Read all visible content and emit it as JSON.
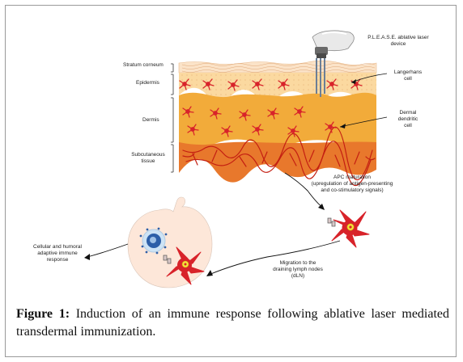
{
  "labels": {
    "stratum": "Stratum corneum",
    "epidermis": "Epidermis",
    "dermis": "Dermis",
    "subcutaneous": "Subcutaneous\ntissue",
    "device": "P.L.E.A.S.E. ablative laser\ndevice",
    "langerhans": "Langerhans\ncell",
    "dermal_dc": "Dermal\ndendritic\ncell",
    "apc": "APC maturation\n(upregulation of antigen-presenting\nand co-stimulatory signals)",
    "migration": "Migration to the\ndraining lymph nodes\n(dLN)",
    "immune": "Cellular and humoral\nadaptive immune\nresponse"
  },
  "caption": {
    "prefix": "Figure 1:",
    "text": " Induction of an immune response following ablative laser mediated transdermal immunization."
  },
  "colors": {
    "stratum": "#fbe3c8",
    "epidermis": "#fbd9a0",
    "dermis": "#f2ab3a",
    "subcutaneous": "#e8782c",
    "vessels": "#c41f12",
    "cell": "#d8232a",
    "nucleus": "#f7e43a",
    "lymph_node": "#fde7d9",
    "lymphocyte": "#2d5fa8"
  }
}
